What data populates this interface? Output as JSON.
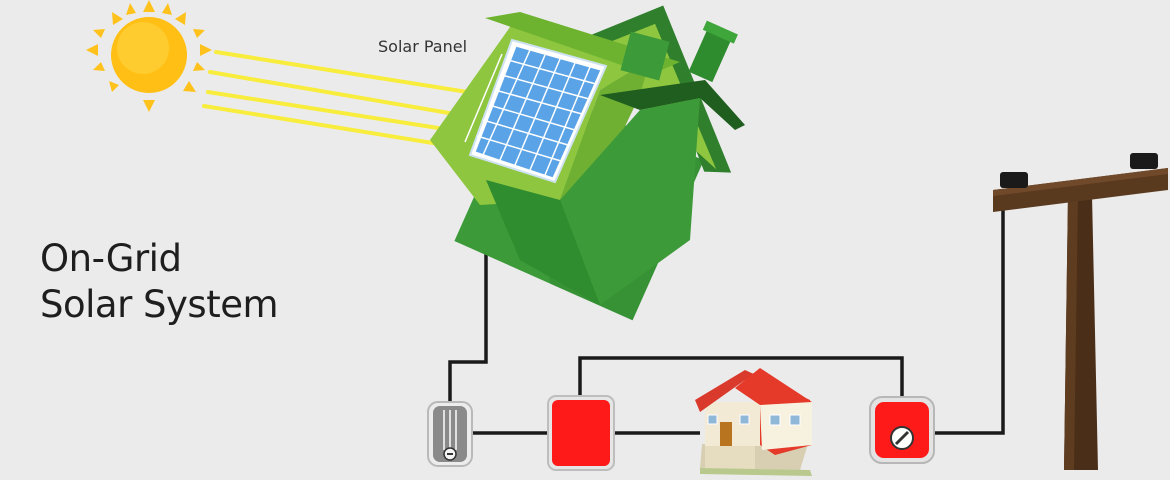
{
  "title": {
    "line1": "On-Grid",
    "line2": "Solar System"
  },
  "labels": {
    "solar_panel": "Solar Panel"
  },
  "icons": [
    "sun-icon",
    "house-icon",
    "solar-panel-icon",
    "meter-icon",
    "inverter-icon",
    "small-house-icon",
    "net-meter-icon",
    "utility-pole-icon"
  ],
  "colors": {
    "background": "#ebebeb",
    "sun": "#ffc21c",
    "sun_rays": "#f8ec3c",
    "house_green": "#3f9a3a",
    "roof_lime": "#8ec63f",
    "panel_blue": "#5aa3e6",
    "component_red": "#ff1a1a",
    "wire": "#1a1a1a",
    "pole_brown": "#4a2e17"
  }
}
